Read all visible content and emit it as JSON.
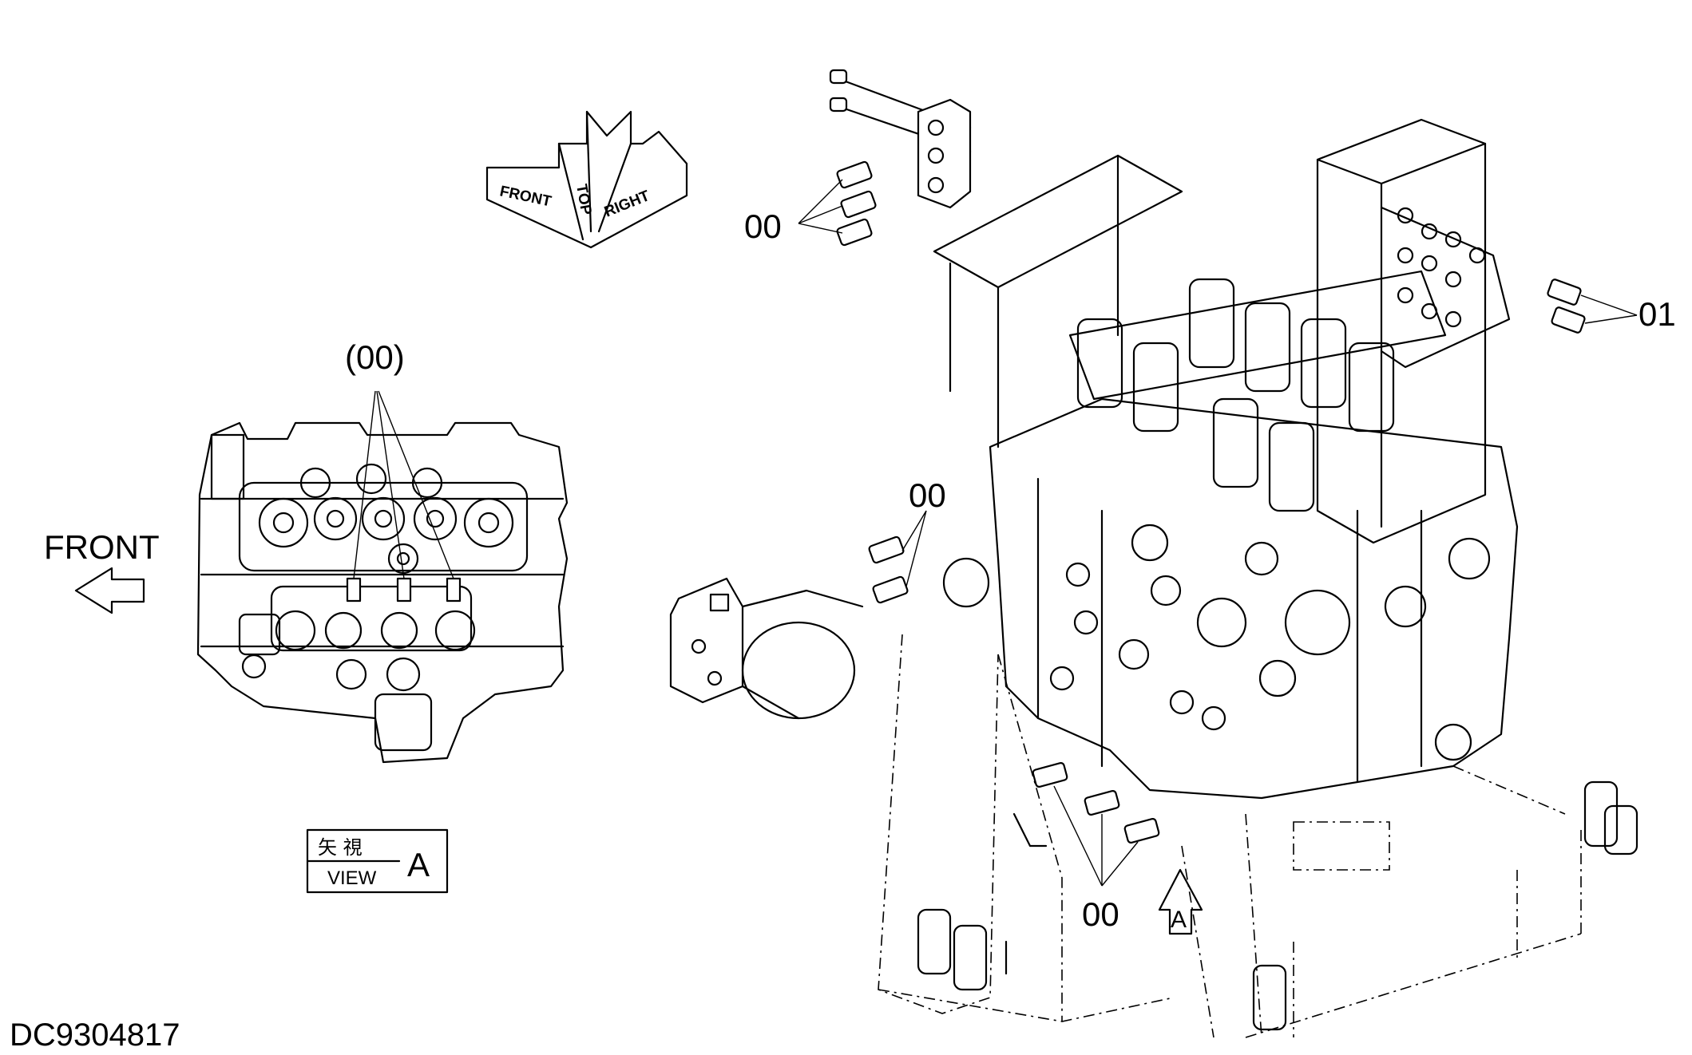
{
  "drawing_id": "DC9304817",
  "orientation_cube": {
    "front": "FRONT",
    "top": "TOP",
    "right": "RIGHT"
  },
  "view_box": {
    "kanji": "矢 視",
    "view": "VIEW",
    "letter": "A"
  },
  "view_a": {
    "front_label": "FRONT",
    "callout": "(00)"
  },
  "callouts": {
    "upper_left": "00",
    "right": "01",
    "middle": "00",
    "lower": "00"
  },
  "view_arrow_letter": "A"
}
